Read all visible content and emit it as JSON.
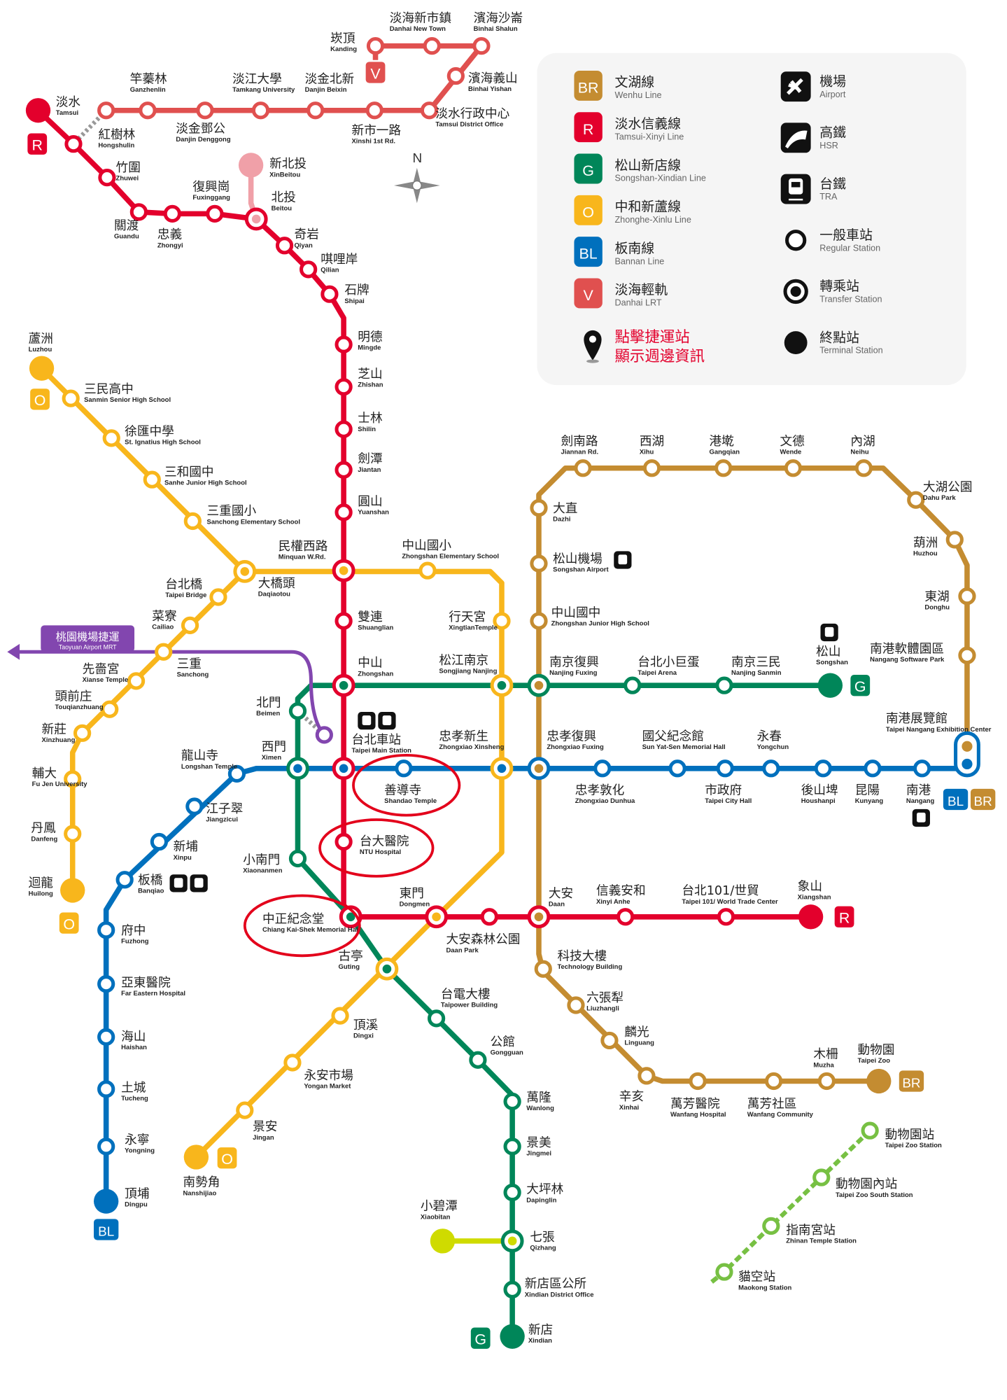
{
  "colors": {
    "R": "#e3002c",
    "V": "#e0504f",
    "O": "#f8b61c",
    "G": "#008659",
    "BL": "#0070bd",
    "BR": "#c48c31",
    "MK": "#77c043",
    "XB": "#cfdb00",
    "A": "#8246af",
    "XBT": "#f0a0a8"
  },
  "legend": {
    "lines": [
      {
        "code": "BR",
        "zh": "文湖線",
        "en": "Wenhu Line"
      },
      {
        "code": "R",
        "zh": "淡水信義線",
        "en": "Tamsui-Xinyi Line"
      },
      {
        "code": "G",
        "zh": "松山新店線",
        "en": "Songshan-Xindian Line"
      },
      {
        "code": "O",
        "zh": "中和新蘆線",
        "en": "Zhonghe-Xinlu Line"
      },
      {
        "code": "BL",
        "zh": "板南線",
        "en": "Bannan Line"
      },
      {
        "code": "V",
        "zh": "淡海輕軌",
        "en": "Danhai LRT"
      }
    ],
    "symbols": [
      {
        "icon": "airport-icon",
        "zh": "機場",
        "en": "Airport"
      },
      {
        "icon": "hsr-icon",
        "zh": "高鐵",
        "en": "HSR"
      },
      {
        "icon": "tra-icon",
        "zh": "台鐵",
        "en": "TRA"
      },
      {
        "icon": "regular-station-icon",
        "zh": "一般車站",
        "en": "Regular Station"
      },
      {
        "icon": "transfer-station-icon",
        "zh": "轉乘站",
        "en": "Transfer Station"
      },
      {
        "icon": "terminal-station-icon",
        "zh": "終點站",
        "en": "Terminal Station"
      }
    ],
    "note_line1": "點擊捷運站",
    "note_line2": "顯示週邊資訊"
  },
  "compass": "N",
  "airport_mrt": {
    "zh": "桃園機場捷運",
    "en": "Taoyuan Airport MRT"
  },
  "stations": {
    "tamsui": {
      "zh": "淡水",
      "en": "Tamsui"
    },
    "hongshulin": {
      "zh": "紅樹林",
      "en": "Hongshulin"
    },
    "zhuwei": {
      "zh": "竹圍",
      "en": "Zhuwei"
    },
    "guandu": {
      "zh": "關渡",
      "en": "Guandu"
    },
    "zhongyi": {
      "zh": "忠義",
      "en": "Zhongyi"
    },
    "fuxinggang": {
      "zh": "復興崗",
      "en": "Fuxinggang"
    },
    "beitou": {
      "zh": "北投",
      "en": "Beitou"
    },
    "xinbeitou": {
      "zh": "新北投",
      "en": "XinBeitou"
    },
    "qiyan": {
      "zh": "奇岩",
      "en": "Qiyan"
    },
    "qilian": {
      "zh": "唭哩岸",
      "en": "Qilian"
    },
    "shipai": {
      "zh": "石牌",
      "en": "Shipai"
    },
    "mingde": {
      "zh": "明德",
      "en": "Mingde"
    },
    "zhishan": {
      "zh": "芝山",
      "en": "Zhishan"
    },
    "shilin": {
      "zh": "士林",
      "en": "Shilin"
    },
    "jiantan": {
      "zh": "劍潭",
      "en": "Jiantan"
    },
    "yuanshan": {
      "zh": "圓山",
      "en": "Yuanshan"
    },
    "minquan": {
      "zh": "民權西路",
      "en": "Minquan W.Rd."
    },
    "shuanglian": {
      "zh": "雙連",
      "en": "Shuanglian"
    },
    "zhongshan": {
      "zh": "中山",
      "en": "Zhongshan"
    },
    "taipeimain": {
      "zh": "台北車站",
      "en": "Taipei Main Station"
    },
    "ntu": {
      "zh": "台大醫院",
      "en": "NTU Hospital"
    },
    "cks": {
      "zh": "中正紀念堂",
      "en": "Chiang Kai-Shek Memorial Hall"
    },
    "dongmen": {
      "zh": "東門",
      "en": "Dongmen"
    },
    "daanpark": {
      "zh": "大安森林公園",
      "en": "Daan Park"
    },
    "daan": {
      "zh": "大安",
      "en": "Daan"
    },
    "xinyianhe": {
      "zh": "信義安和",
      "en": "Xinyi Anhe"
    },
    "taipei101": {
      "zh": "台北101/世貿",
      "en": "Taipei 101/ World Trade Center"
    },
    "xiangshan": {
      "zh": "象山",
      "en": "Xiangshan"
    },
    "kanding": {
      "zh": "崁頂",
      "en": "Kanding"
    },
    "danhainewtown": {
      "zh": "淡海新市鎮",
      "en": "Danhai New Town"
    },
    "binhaishalun": {
      "zh": "濱海沙崙",
      "en": "Binhai Shalun"
    },
    "binhaiyishan": {
      "zh": "濱海義山",
      "en": "Binhai Yishan"
    },
    "tamsuidistrict": {
      "zh": "淡水行政中心",
      "en": "Tamsui District Office"
    },
    "xinshi1st": {
      "zh": "新市一路",
      "en": "Xinshi 1st Rd."
    },
    "danjinbeixin": {
      "zh": "淡金北新",
      "en": "Danjin Beixin"
    },
    "tamkang": {
      "zh": "淡江大學",
      "en": "Tamkang University"
    },
    "danjindenggong": {
      "zh": "淡金鄧公",
      "en": "Danjin Denggong"
    },
    "ganzhenlin": {
      "zh": "竿蓁林",
      "en": "Ganzhenlin"
    },
    "luzhou": {
      "zh": "蘆洲",
      "en": "Luzhou"
    },
    "sanmin": {
      "zh": "三民高中",
      "en": "Sanmin Senior High School"
    },
    "ignatius": {
      "zh": "徐匯中學",
      "en": "St. Ignatius High School"
    },
    "sanhe": {
      "zh": "三和國中",
      "en": "Sanhe Junior High School"
    },
    "sanchongelem": {
      "zh": "三重國小",
      "en": "Sanchong Elementary School"
    },
    "daqiaotou": {
      "zh": "大橋頭",
      "en": "Daqiaotou"
    },
    "taipeibridge": {
      "zh": "台北橋",
      "en": "Taipei Bridge"
    },
    "cailiao": {
      "zh": "菜寮",
      "en": "Cailiao"
    },
    "sanchong": {
      "zh": "三重",
      "en": "Sanchong"
    },
    "xianse": {
      "zh": "先嗇宮",
      "en": "Xianse Temple"
    },
    "touqianzhuang": {
      "zh": "頭前庄",
      "en": "Touqianzhuang"
    },
    "xinzhuang": {
      "zh": "新莊",
      "en": "Xinzhuang"
    },
    "fujen": {
      "zh": "輔大",
      "en": "Fu Jen University"
    },
    "danfeng": {
      "zh": "丹鳳",
      "en": "Danfeng"
    },
    "huilong": {
      "zh": "迴龍",
      "en": "Huilong"
    },
    "zhongshanelem": {
      "zh": "中山國小",
      "en": "Zhongshan Elementary School"
    },
    "xingtian": {
      "zh": "行天宮",
      "en": "XingtianTemple"
    },
    "songjiangnanjing": {
      "zh": "松江南京",
      "en": "Songjiang Nanjing"
    },
    "zhongxiaoxinsheng": {
      "zh": "忠孝新生",
      "en": "Zhongxiao Xinsheng"
    },
    "guting": {
      "zh": "古亭",
      "en": "Guting"
    },
    "dingxi": {
      "zh": "頂溪",
      "en": "Dingxi"
    },
    "yongan": {
      "zh": "永安市場",
      "en": "Yongan Market"
    },
    "jingan": {
      "zh": "景安",
      "en": "Jingan"
    },
    "nanshijiao": {
      "zh": "南勢角",
      "en": "Nanshijiao"
    },
    "songshan": {
      "zh": "松山",
      "en": "Songshan"
    },
    "nanjingsanmin": {
      "zh": "南京三民",
      "en": "Nanjing Sanmin"
    },
    "taipeiarena": {
      "zh": "台北小巨蛋",
      "en": "Taipei Arena"
    },
    "nanjingfuxing": {
      "zh": "南京復興",
      "en": "Nanjing Fuxing"
    },
    "beimen": {
      "zh": "北門",
      "en": "Beimen"
    },
    "ximen": {
      "zh": "西門",
      "en": "Ximen"
    },
    "xiaonanmen": {
      "zh": "小南門",
      "en": "Xiaonanmen"
    },
    "taipower": {
      "zh": "台電大樓",
      "en": "Taipower Building"
    },
    "gongguan": {
      "zh": "公館",
      "en": "Gongguan"
    },
    "wanlong": {
      "zh": "萬隆",
      "en": "Wanlong"
    },
    "jingmei": {
      "zh": "景美",
      "en": "Jingmei"
    },
    "dapinglin": {
      "zh": "大坪林",
      "en": "Dapinglin"
    },
    "qizhang": {
      "zh": "七張",
      "en": "Qizhang"
    },
    "xindiandistrict": {
      "zh": "新店區公所",
      "en": "Xindian District Office"
    },
    "xindian": {
      "zh": "新店",
      "en": "Xindian"
    },
    "xiaobitan": {
      "zh": "小碧潭",
      "en": "Xiaobitan"
    },
    "nangang": {
      "zh": "南港",
      "en": "Nangang"
    },
    "kunyang": {
      "zh": "昆陽",
      "en": "Kunyang"
    },
    "houshanpi": {
      "zh": "後山埤",
      "en": "Houshanpi"
    },
    "yongchun": {
      "zh": "永春",
      "en": "Yongchun"
    },
    "cityhall": {
      "zh": "市政府",
      "en": "Taipei City Hall"
    },
    "sysmemorial": {
      "zh": "國父紀念館",
      "en": "Sun Yat-Sen Memorial Hall"
    },
    "zhongxiaodunhua": {
      "zh": "忠孝敦化",
      "en": "Zhongxiao Dunhua"
    },
    "zhongxiaofuxing": {
      "zh": "忠孝復興",
      "en": "Zhongxiao Fuxing"
    },
    "shandao": {
      "zh": "善導寺",
      "en": "Shandao Temple"
    },
    "longshan": {
      "zh": "龍山寺",
      "en": "Longshan Temple"
    },
    "jiangzicui": {
      "zh": "江子翠",
      "en": "Jiangzicui"
    },
    "xinpu": {
      "zh": "新埔",
      "en": "Xinpu"
    },
    "banqiao": {
      "zh": "板橋",
      "en": "Banqiao"
    },
    "fuzhong": {
      "zh": "府中",
      "en": "Fuzhong"
    },
    "fareastern": {
      "zh": "亞東醫院",
      "en": "Far Eastern Hospital"
    },
    "haishan": {
      "zh": "海山",
      "en": "Haishan"
    },
    "tucheng": {
      "zh": "土城",
      "en": "Tucheng"
    },
    "yongning": {
      "zh": "永寧",
      "en": "Yongning"
    },
    "dingpu": {
      "zh": "頂埔",
      "en": "Dingpu"
    },
    "taipeizoo": {
      "zh": "動物園",
      "en": "Taipei Zoo"
    },
    "muzha": {
      "zh": "木柵",
      "en": "Muzha"
    },
    "wanfangcomm": {
      "zh": "萬芳社區",
      "en": "Wanfang Community"
    },
    "wanfanghosp": {
      "zh": "萬芳醫院",
      "en": "Wanfang Hospital"
    },
    "xinhai": {
      "zh": "辛亥",
      "en": "Xinhai"
    },
    "linguang": {
      "zh": "麟光",
      "en": "Linguang"
    },
    "liuzhangli": {
      "zh": "六張犁",
      "en": "Liuzhangli"
    },
    "techbldg": {
      "zh": "科技大樓",
      "en": "Technology Building"
    },
    "zhongshanjhs": {
      "zh": "中山國中",
      "en": "Zhongshan Junior High School"
    },
    "songshanairport": {
      "zh": "松山機場",
      "en": "Songshan Airport"
    },
    "dazhi": {
      "zh": "大直",
      "en": "Dazhi"
    },
    "jiannan": {
      "zh": "劍南路",
      "en": "Jiannan Rd."
    },
    "xihu": {
      "zh": "西湖",
      "en": "Xihu"
    },
    "gangqian": {
      "zh": "港墘",
      "en": "Gangqian"
    },
    "wende": {
      "zh": "文德",
      "en": "Wende"
    },
    "neihu": {
      "zh": "內湖",
      "en": "Neihu"
    },
    "dahupark": {
      "zh": "大湖公園",
      "en": "Dahu Park"
    },
    "huzhou": {
      "zh": "葫洲",
      "en": "Huzhou"
    },
    "donghu": {
      "zh": "東湖",
      "en": "Donghu"
    },
    "nangangsoftware": {
      "zh": "南港軟體園區",
      "en": "Nangang Software Park"
    },
    "nangangexhibition": {
      "zh": "南港展覽館",
      "en": "Taipei Nangang Exhibition Center"
    },
    "mk_zoo": {
      "zh": "動物園站",
      "en": "Taipei Zoo Station"
    },
    "mk_zoosouth": {
      "zh": "動物園內站",
      "en": "Taipei Zoo South Station"
    },
    "mk_zhinan": {
      "zh": "指南宮站",
      "en": "Zhinan Temple Station"
    },
    "mk_maokong": {
      "zh": "貓空站",
      "en": "Maokong Station"
    }
  }
}
